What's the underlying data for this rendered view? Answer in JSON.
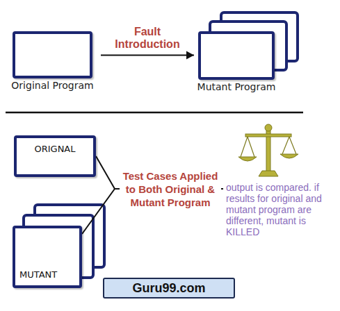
{
  "diagram": {
    "nodes": [
      {
        "text": [
          "Original Program"
        ]
      },
      {
        "text": [
          "Mutant Program"
        ]
      },
      {
        "text": [
          "ORIGNAL"
        ]
      },
      {
        "text": [
          "MUTANT"
        ]
      },
      {
        "text": [
          "output is compared. if results for original and mutant program are different, mutant is KILLED"
        ]
      }
    ],
    "edges": [
      {
        "from": 0,
        "to": 1,
        "arrow": "to",
        "label": "Fault Introduction"
      },
      {
        "from": 2,
        "to": 4,
        "arrow": "none",
        "label": "Test Cases Applied to Both Original & Mutant Program"
      },
      {
        "from": 3,
        "to": 4,
        "arrow": "none"
      }
    ],
    "labels": [
      "Guru99.com"
    ]
  }
}
